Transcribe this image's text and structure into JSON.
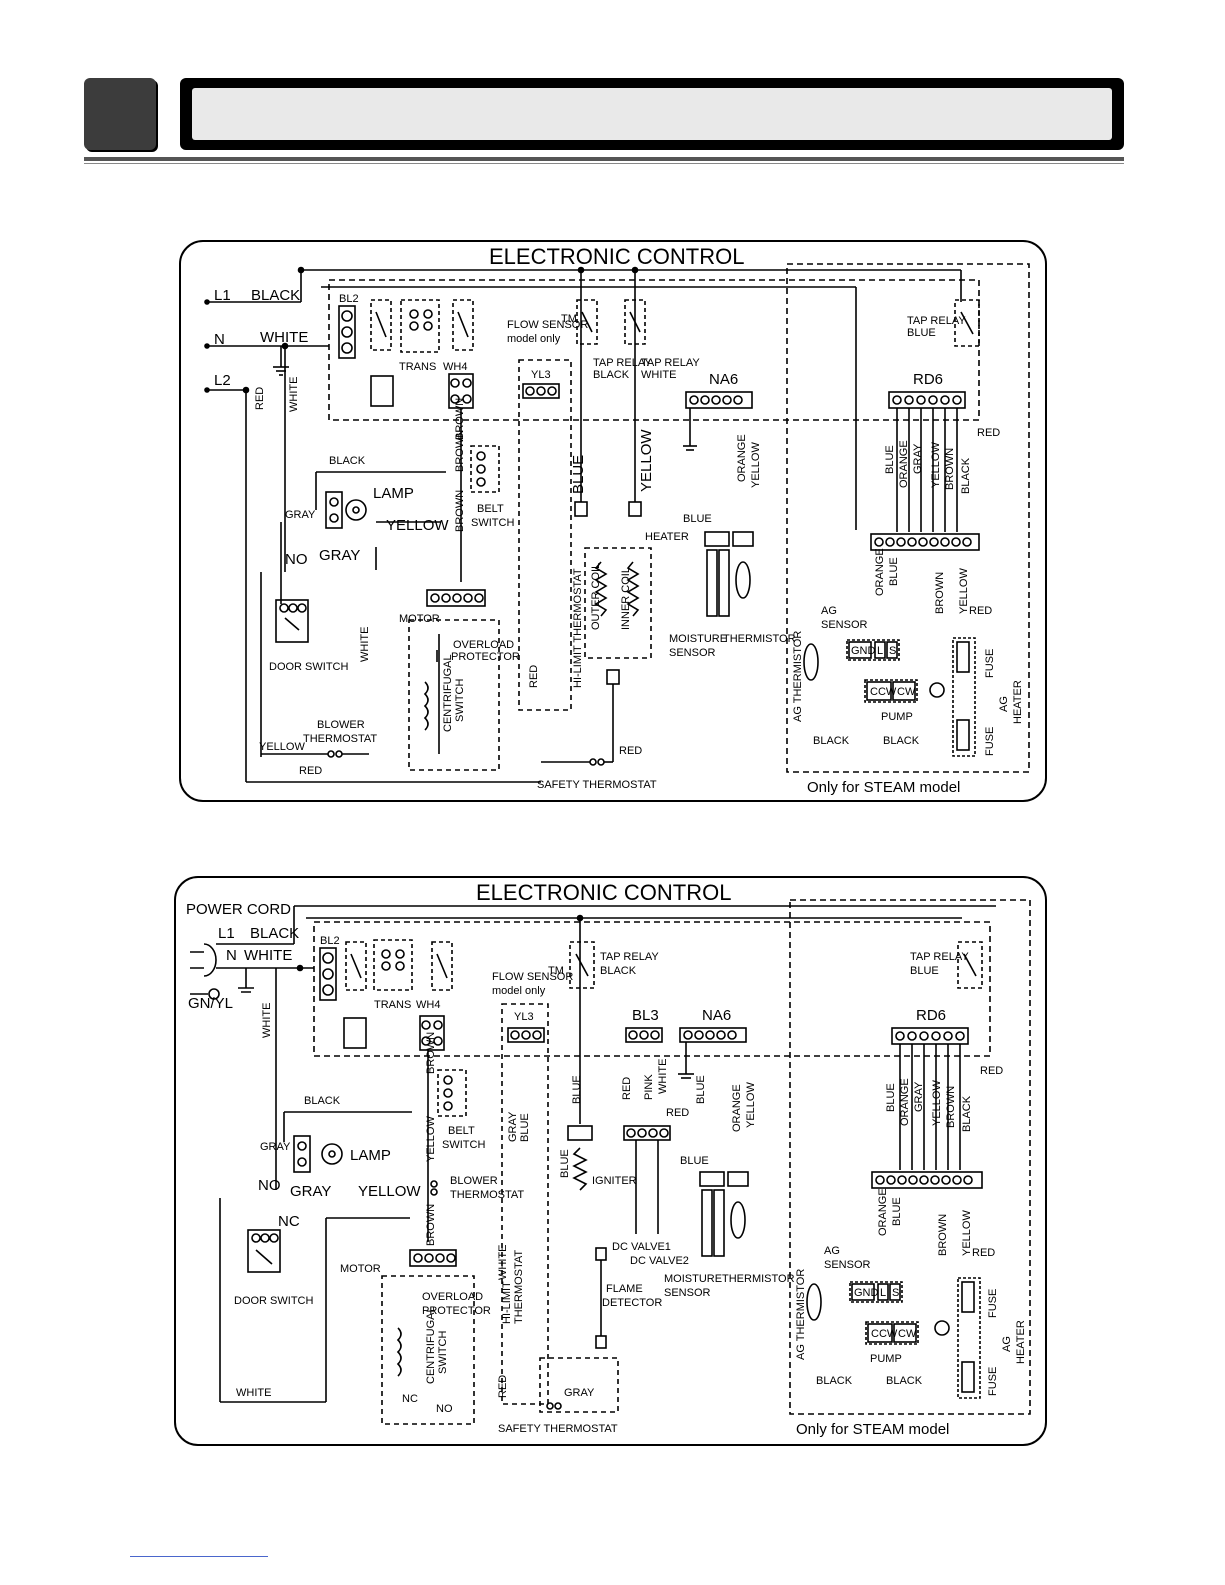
{
  "diagram_top": {
    "title": "ELECTRONIC CONTROL",
    "labels": {
      "l1": "L1",
      "black": "BLACK",
      "n": "N",
      "white": "WHITE",
      "l2": "L2",
      "red": "RED",
      "white_v": "WHITE",
      "bl2": "BL2",
      "trans": "TRANS",
      "wh4": "WH4",
      "flow_sensor": "FLOW SENSOR",
      "tm": "TM",
      "model_only": "model only",
      "tap_relay": "TAP RELAY",
      "tap_black": "BLACK",
      "tap_relay2": "TAP RELAY",
      "tap_white": "WHITE",
      "yl3": "YL3",
      "na6": "NA6",
      "rd6": "RD6",
      "tap_relay_blue1": "TAP RELAY",
      "tap_relay_blue2": "BLUE",
      "lamp_black": "BLACK",
      "brown1": "BROWN",
      "brown2": "BROWN",
      "lamp": "LAMP",
      "gray1": "GRAY",
      "yellow1": "YELLOW",
      "no": "NO",
      "gray2": "GRAY",
      "belt_switch1": "BELT",
      "belt_switch2": "SWITCH",
      "blue_v": "BLUE",
      "yellow_v": "YELLOW",
      "hi_limit": "HI-LIMIT THERMOSTAT",
      "heater": "HEATER",
      "outer_coil": "OUTER COIL",
      "inner_coil": "INNER COIL",
      "blue_na6": "BLUE",
      "orange_na6": "ORANGE",
      "yellow_na6": "YELLOW",
      "moisture": "MOISTURE",
      "sensor": "SENSOR",
      "thermistor": "THERMISTOR",
      "door_switch": "DOOR SWITCH",
      "white_motor": "WHITE",
      "motor": "MOTOR",
      "overload1": "OVERLOAD",
      "overload2": "PROTECTOR",
      "centrifugal1": "CENTRIFUGAL",
      "centrifugal2": "SWITCH",
      "red_v": "RED",
      "blower1": "BLOWER",
      "blower2": "THERMOSTAT",
      "yellow_b": "YELLOW",
      "red_b": "RED",
      "red_st": "RED",
      "safety_thermostat": "SAFETY THERMOSTAT",
      "rd_blue": "BLUE",
      "rd_orange": "ORANGE",
      "rd_gray": "GRAY",
      "rd_yellow": "YELLOW",
      "rd_brown": "BROWN",
      "rd_black": "BLACK",
      "red_r": "RED",
      "ag_thermistor": "AG THERMISTOR",
      "ag_sensor1": "AG",
      "ag_sensor2": "SENSOR",
      "s_orange": "ORANGE",
      "s_blue": "BLUE",
      "s_brown": "BROWN",
      "s_yellow": "YELLOW",
      "s_red": "RED",
      "gnd": "GND",
      "l": "L",
      "s": "S",
      "ccw": "CCW",
      "cw": "CW",
      "pump": "PUMP",
      "fuse1": "FUSE",
      "fuse2": "FUSE",
      "ag_heater1": "AG",
      "ag_heater2": "HEATER",
      "black_p1": "BLACK",
      "black_p2": "BLACK",
      "steam_only": "Only for STEAM model"
    }
  },
  "diagram_bottom": {
    "title": "ELECTRONIC CONTROL",
    "labels": {
      "power_cord": "POWER CORD",
      "l1": "L1",
      "black": "BLACK",
      "n": "N",
      "white": "WHITE",
      "gn_yl": "GN/YL",
      "white_v": "WHITE",
      "bl2": "BL2",
      "trans": "TRANS",
      "wh4": "WH4",
      "tap_relay": "TAP RELAY",
      "tap_black": "BLACK",
      "flow_sensor": "FLOW SENSOR",
      "tm": "TM",
      "model_only": "model only",
      "yl3": "YL3",
      "bl3": "BL3",
      "na6": "NA6",
      "rd6": "RD6",
      "tap_relay_blue1": "TAP RELAY",
      "tap_relay_blue2": "BLUE",
      "lamp_black": "BLACK",
      "brown1": "BROWN",
      "gray1": "GRAY",
      "lamp": "LAMP",
      "no": "NO",
      "gray2": "GRAY",
      "yellow1": "YELLOW",
      "nc": "NC",
      "yellow_v": "YELLOW",
      "belt1": "BELT",
      "belt2": "SWITCH",
      "blower1": "BLOWER",
      "blower2": "THERMOSTAT",
      "brown2": "BROWN",
      "motor": "MOTOR",
      "gray_v": "GRAY",
      "blue_v": "BLUE",
      "blue_ig": "BLUE",
      "blue_ig2": "BLUE",
      "igniter": "IGNITER",
      "red_bl3": "RED",
      "pink": "PINK",
      "white_bl3": "WHITE",
      "red_bl3b": "RED",
      "dc_valve1": "DC VALVE1",
      "dc_valve2": "DC VALVE2",
      "blue_na6": "BLUE",
      "orange_na6": "ORANGE",
      "yellow_na6": "YELLOW",
      "blue_na6b": "BLUE",
      "moisture": "MOISTURE",
      "sensor": "SENSOR",
      "thermistor": "THERMISTOR",
      "door_switch": "DOOR SWITCH",
      "white_w": "WHITE",
      "overload1": "OVERLOAD",
      "overload2": "PROTECTOR",
      "centrifugal1": "CENTRIFUGAL",
      "centrifugal2": "SWITCH",
      "nc_m": "NC",
      "no_m": "NO",
      "white_hl": "WHITE",
      "hi_limit1": "HI-LIMIT",
      "hi_limit2": "THERMOSTAT",
      "red_hl": "RED",
      "flame1": "FLAME",
      "flame2": "DETECTOR",
      "gray_st": "GRAY",
      "safety_thermostat": "SAFETY THERMOSTAT",
      "rd_blue": "BLUE",
      "rd_orange": "ORANGE",
      "rd_gray": "GRAY",
      "rd_yellow": "YELLOW",
      "rd_brown": "BROWN",
      "rd_black": "BLACK",
      "red_r": "RED",
      "ag_thermistor": "AG THERMISTOR",
      "ag_sensor1": "AG",
      "ag_sensor2": "SENSOR",
      "s_orange": "ORANGE",
      "s_blue": "BLUE",
      "s_brown": "BROWN",
      "s_yellow": "YELLOW",
      "s_red": "RED",
      "gnd": "GND",
      "l": "L",
      "s": "S",
      "ccw": "CCW",
      "cw": "CW",
      "pump": "PUMP",
      "fuse1": "FUSE",
      "fuse2": "FUSE",
      "ag_heater1": "AG",
      "ag_heater2": "HEATER",
      "black_p1": "BLACK",
      "black_p2": "BLACK",
      "steam_only": "Only for STEAM model"
    }
  }
}
